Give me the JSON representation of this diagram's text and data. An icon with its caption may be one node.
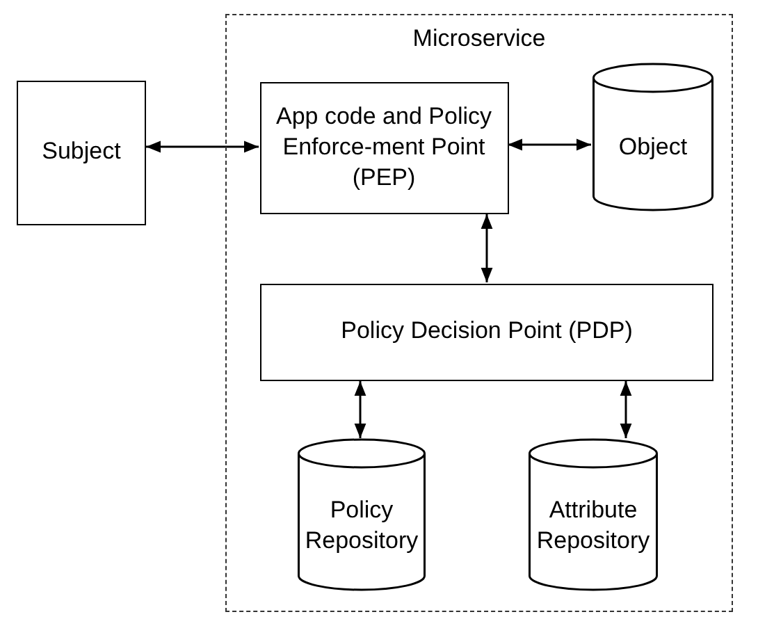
{
  "diagram": {
    "nodes": [
      {
        "text": [
          "Microservice"
        ]
      },
      {
        "text": [
          "Subject"
        ]
      },
      {
        "text": [
          "App code and Policy Enforce-ment Point (PEP)"
        ],
        "in": 0
      },
      {
        "text": [
          "Object"
        ],
        "in": 0
      },
      {
        "text": [
          "Policy Decision Point (PDP)"
        ],
        "in": 0
      },
      {
        "text": [
          "Policy Repository"
        ],
        "in": 0
      },
      {
        "text": [
          "Attribute Repository"
        ],
        "in": 0
      }
    ],
    "edges": [
      {
        "from": 1,
        "to": 2,
        "arrow": "both"
      },
      {
        "from": 2,
        "to": 3,
        "arrow": "both"
      },
      {
        "from": 2,
        "to": 4,
        "arrow": "both"
      },
      {
        "from": 4,
        "to": 5,
        "arrow": "both"
      },
      {
        "from": 4,
        "to": 6,
        "arrow": "both"
      }
    ]
  }
}
